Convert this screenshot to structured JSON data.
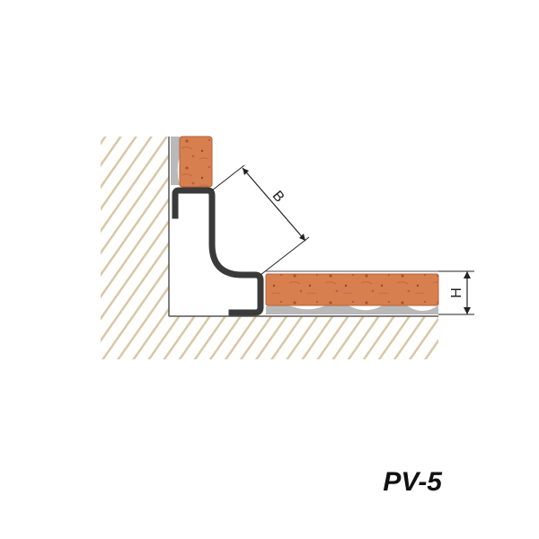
{
  "diagram": {
    "dimension_b_label": "B",
    "dimension_h_label": "H",
    "model_code": "PV-5"
  },
  "colors": {
    "hatch": "#d9c7a6",
    "tile": "#d77f4f",
    "tile_dark": "#b7623a",
    "profile": "#3a3a3a",
    "adhesive": "#b9b9b9",
    "dimension": "#222222"
  },
  "icons": {
    "wall": "hatched-wall-icon",
    "floor": "hatched-floor-icon",
    "wall_tile": "wall-tile-icon",
    "floor_tile": "floor-tile-icon",
    "profile": "corner-profile-icon"
  }
}
